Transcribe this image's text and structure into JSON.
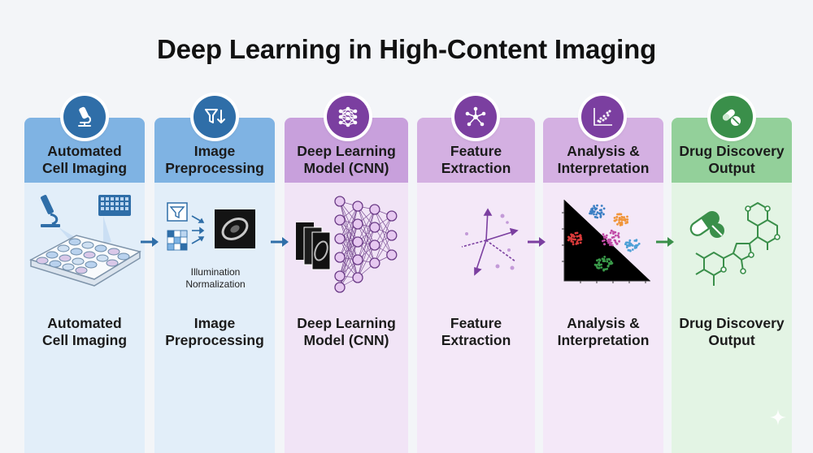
{
  "title": "Deep Learning in High-Content Imaging",
  "stages": [
    {
      "label": "Automated\nCell Imaging",
      "icon": "microscope-icon",
      "color": "#2f6ea8",
      "head_bg": "#7fb3e3",
      "body_bg": "#e2eef9"
    },
    {
      "label": "Image\nPreprocessing",
      "icon": "filter-sort-icon",
      "color": "#2f6ea8",
      "head_bg": "#7fb3e3",
      "body_bg": "#e2eef9"
    },
    {
      "label": "Deep Learning\nModel (CNN)",
      "icon": "neural-network-icon",
      "color": "#7b3fa0",
      "head_bg": "#c8a0dc",
      "body_bg": "#f1e4f6"
    },
    {
      "label": "Feature\nExtraction",
      "icon": "feature-network-icon",
      "color": "#7b3fa0",
      "head_bg": "#d4b0e2",
      "body_bg": "#f4e8f8"
    },
    {
      "label": "Analysis &\nInterpretation",
      "icon": "scatter-plot-icon",
      "color": "#7b3fa0",
      "head_bg": "#d4b0e2",
      "body_bg": "#f4e8f8"
    },
    {
      "label": "Drug Discovery\nOutput",
      "icon": "pills-icon",
      "color": "#3a8f4a",
      "head_bg": "#93d09a",
      "body_bg": "#e3f4e4"
    }
  ],
  "preprocessing_note": "Illumination\nNormalization",
  "colors": {
    "blue": "#2f6ea8",
    "purple": "#7b3fa0",
    "green": "#3a8f4a",
    "node": "#e6c8f0"
  }
}
